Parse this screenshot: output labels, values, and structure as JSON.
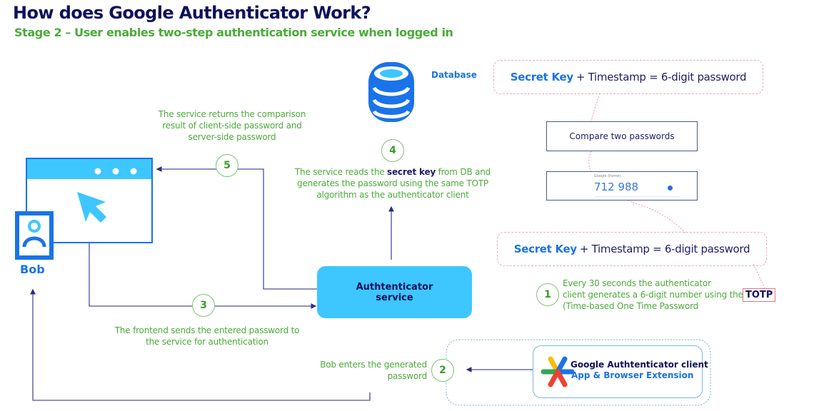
{
  "header": {
    "title": "How does Google Authenticator Work?",
    "subtitle": "Stage 2 – User enables two-step authentication service when logged in"
  },
  "user": {
    "name": "Bob"
  },
  "database": {
    "label": "Database"
  },
  "service": {
    "line1": "Authtenticator",
    "line2": "service"
  },
  "formula_top": {
    "secret_key": "Secret Key",
    "rest": "+ Timestamp = 6-digit password"
  },
  "formula_bottom": {
    "secret_key": "Secret Key",
    "rest": "+ Timestamp = 6-digit password"
  },
  "compare": {
    "label": "Compare two passwords"
  },
  "otp_card": {
    "account": "Google (home)",
    "code": "712 988"
  },
  "client": {
    "title": "Google Authtenticator client",
    "subtitle": "App & Browser Extension"
  },
  "steps": [
    {
      "number": "1",
      "line1": "Every 30 seconds the authenticator",
      "line2": "client generates a 6-digit number using the",
      "highlight": "TOTP",
      "line3": "(Time-based One Time Password"
    },
    {
      "number": "2",
      "line1": "Bob enters the generated",
      "line2": "password"
    },
    {
      "number": "3",
      "line1": "The frontend sends the entered password to",
      "line2": "the service for authentication"
    },
    {
      "number": "4",
      "pre": "The service reads the ",
      "bold": "secret key",
      "post": " from DB and",
      "line2": "generates the password using the same TOTP",
      "line3": "algorithm as the authenticator client"
    },
    {
      "number": "5",
      "line1": "The service returns the comparison",
      "line2": "result of client-side password and",
      "line3": "server-side password"
    }
  ],
  "colors": {
    "title": "#0f1159",
    "green": "#4bab3a",
    "accent_blue": "#1a73e8",
    "cyan": "#3ec6ff",
    "line": "#3b3f8c",
    "pink_dashed": "#f2a7b8"
  }
}
